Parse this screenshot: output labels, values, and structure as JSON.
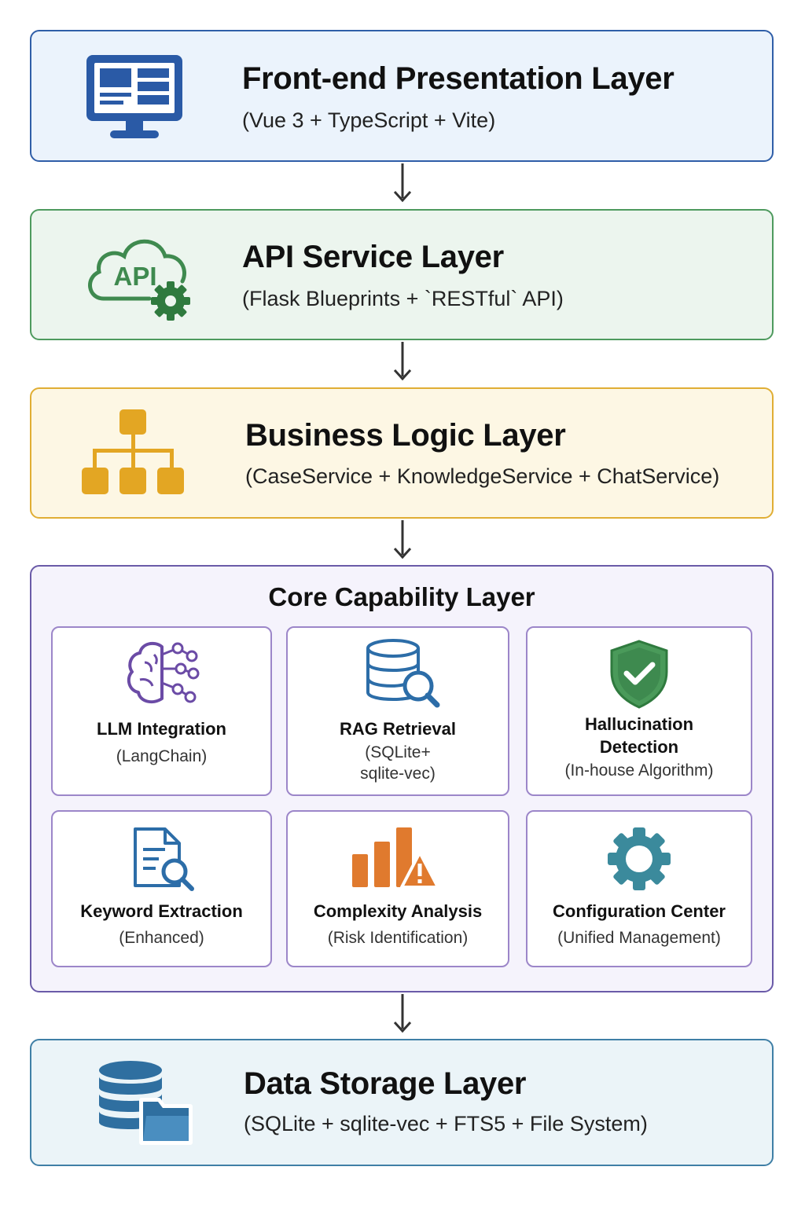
{
  "layers": {
    "frontend": {
      "title": "Front-end Presentation Layer",
      "subtitle": "(Vue 3 + TypeScript + Vite)",
      "icon": "monitor-icon",
      "color": "#2f5ea8"
    },
    "api": {
      "title": "API Service Layer",
      "subtitle": "(Flask Blueprints + `RESTful` API)",
      "icon": "api-cloud-gear-icon",
      "icon_text": "API",
      "color": "#3f8a4f"
    },
    "business": {
      "title": "Business Logic Layer",
      "subtitle": "(CaseService + KnowledgeService + ChatService)",
      "icon": "hierarchy-icon",
      "color": "#e3a623"
    },
    "core": {
      "title": "Core Capability Layer",
      "color": "#6a5aa8",
      "cards": [
        {
          "title": "LLM Integration",
          "subtitle": "(LangChain)",
          "icon": "brain-network-icon"
        },
        {
          "title": "RAG Retrieval",
          "subtitle": "(SQLite+\nsqlite-vec)",
          "icon": "database-search-icon"
        },
        {
          "title": "Hallucination\nDetection",
          "subtitle": "(In-house Algorithm)",
          "icon": "shield-check-icon"
        },
        {
          "title": "Keyword Extraction",
          "subtitle": "(Enhanced)",
          "icon": "document-search-icon"
        },
        {
          "title": "Complexity Analysis",
          "subtitle": "(Risk Identification)",
          "icon": "bar-chart-warning-icon"
        },
        {
          "title": "Configuration Center",
          "subtitle": "(Unified Management)",
          "icon": "gear-icon"
        }
      ]
    },
    "data": {
      "title": "Data Storage Layer",
      "subtitle": "(SQLite + sqlite-vec + FTS5 + File System)",
      "icon": "database-folder-icon",
      "color": "#3f7fa6"
    }
  }
}
